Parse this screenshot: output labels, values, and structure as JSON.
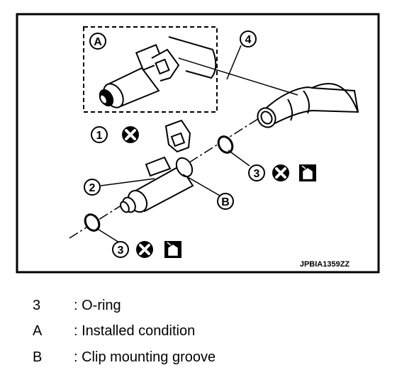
{
  "figure": {
    "reference_code": "JPBIA1359ZZ",
    "inset_callout": "A",
    "callouts": [
      {
        "id": "1",
        "label": "1"
      },
      {
        "id": "2",
        "label": "2"
      },
      {
        "id": "3a",
        "label": "3"
      },
      {
        "id": "3b",
        "label": "3"
      },
      {
        "id": "4",
        "label": "4"
      },
      {
        "id": "B",
        "label": "B"
      }
    ],
    "symbols": [
      "do-not-reuse-icon",
      "apply-oil-icon"
    ]
  },
  "legend": [
    {
      "key": "3",
      "text": ": O-ring"
    },
    {
      "key": "A",
      "text": ": Installed condition"
    },
    {
      "key": "B",
      "text": ": Clip mounting groove"
    }
  ]
}
